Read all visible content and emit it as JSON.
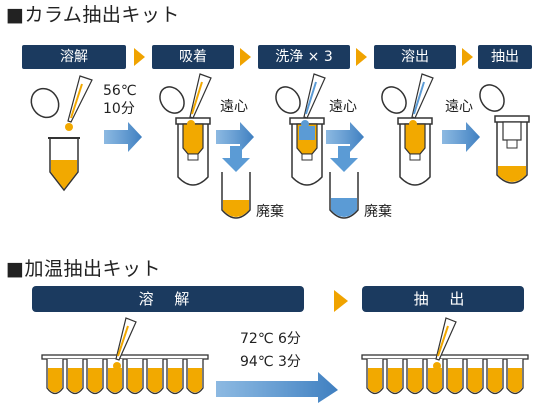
{
  "column_section": {
    "title": "■カラム抽出キット",
    "steps": [
      {
        "label": "溶解"
      },
      {
        "label": "吸着"
      },
      {
        "label": "洗浄 × 3"
      },
      {
        "label": "溶出"
      },
      {
        "label": "抽出"
      }
    ],
    "incubation_temp": "56℃",
    "incubation_time": "10分",
    "centrifuge_label": "遠心",
    "waste_label": "廃棄"
  },
  "heat_section": {
    "title": "■加温抽出キット",
    "steps": [
      {
        "label": "溶 解"
      },
      {
        "label": "抽 出"
      }
    ],
    "condition_1": "72℃ 6分",
    "condition_2": "94℃ 3分"
  },
  "colors": {
    "navy": "#1b3a5f",
    "orange": "#f2a900",
    "light_blue": "#5b9bd5",
    "chevron": "#f0a300"
  }
}
